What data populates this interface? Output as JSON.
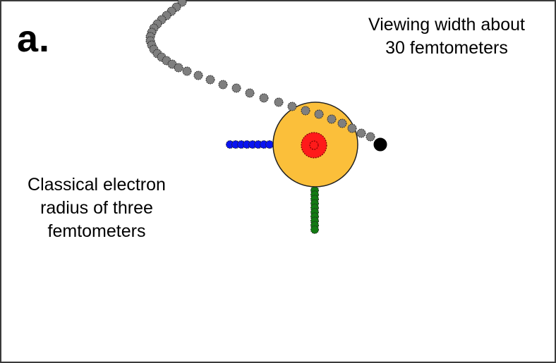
{
  "figure": {
    "panel_label": "a.",
    "caption_viewing_width": [
      "Viewing width about",
      "30 femtometers"
    ],
    "caption_electron_radius": [
      "Classical electron",
      "radius of three",
      "femtometers"
    ]
  },
  "colors": {
    "background": "#ffffff",
    "border": "#3a3a3a",
    "electron_disk": "#fbbf3a",
    "nucleus": "#ff1a1a",
    "trail_gray": "#7f7f7f",
    "trail_blue": "#0a14f0",
    "trail_green": "#127a12",
    "trail_head": "#000000",
    "outline": "#222222"
  },
  "trails": {
    "gray": {
      "name": "gray-particle-trail",
      "count": 33
    },
    "blue": {
      "name": "blue-particle-trail",
      "count": 8
    },
    "green": {
      "name": "green-particle-trail",
      "count": 10
    }
  }
}
